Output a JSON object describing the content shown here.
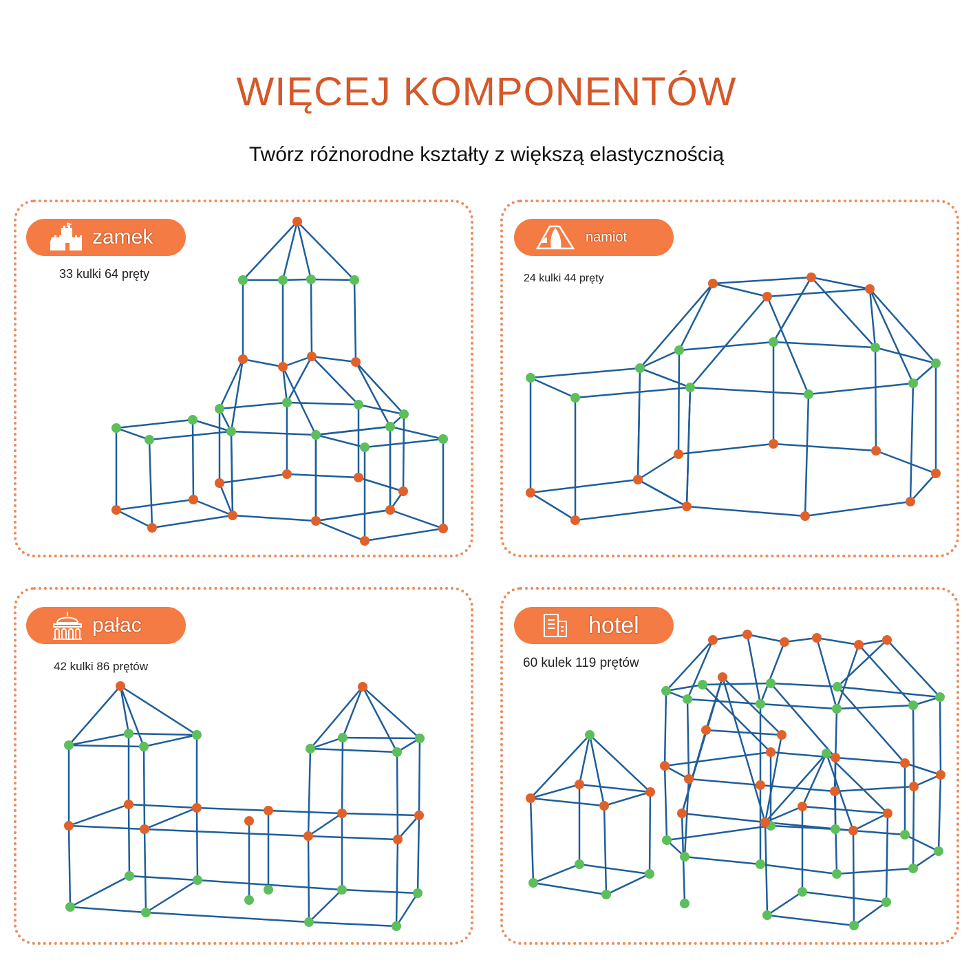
{
  "header": {
    "title": "WIĘCEJ KOMPONENTÓW",
    "subtitle": "Twórz różnorodne kształty z większą elastycznością"
  },
  "panels": [
    {
      "label": "zamek",
      "count": "33 kulki 64 pręty",
      "icon": "castle-icon"
    },
    {
      "label": "namiot",
      "count": "24 kulki 44 pręty",
      "icon": "tent-icon"
    },
    {
      "label": "pałac",
      "count": "42 kulki 86 prętów",
      "icon": "palace-icon"
    },
    {
      "label": "hotel",
      "count": "60 kulek 119 prętów",
      "icon": "hotel-icon"
    }
  ],
  "colors": {
    "accent": "#f47c44",
    "title": "#d4582a",
    "rod": "#1f5e9a",
    "ball_orange": "#e0622a",
    "ball_green": "#5cbf5c"
  }
}
